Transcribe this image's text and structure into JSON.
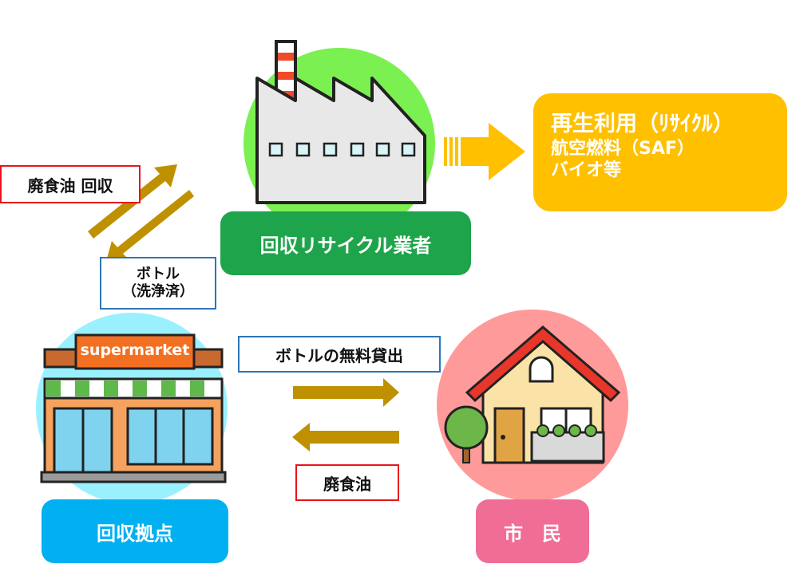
{
  "nodes": {
    "recycler": {
      "label": "回収リサイクル業者",
      "color": "#1ea44a"
    },
    "collection_point": {
      "label": "回収拠点",
      "color": "#00b0f0"
    },
    "citizen": {
      "label": "市　民",
      "color": "#f06d96"
    }
  },
  "output": {
    "line1": "再生利用（ﾘｻｲｸﾙ）",
    "line2": "航空燃料（SAF）",
    "line3": "バイオ等",
    "color": "#ffc000"
  },
  "flows": {
    "waste_oil_collect": "廃食油 回収",
    "bottle_washed_line1": "ボトル",
    "bottle_washed_line2": "（洗浄済）",
    "bottle_free_loan": "ボトルの無料貸出",
    "waste_oil": "廃食油"
  },
  "store_sign": "supermarket",
  "colors": {
    "arrow_gold": "#bf9000",
    "arrow_yellow": "#ffc000",
    "red_border": "#e8141b",
    "blue_border": "#2e75b6"
  }
}
